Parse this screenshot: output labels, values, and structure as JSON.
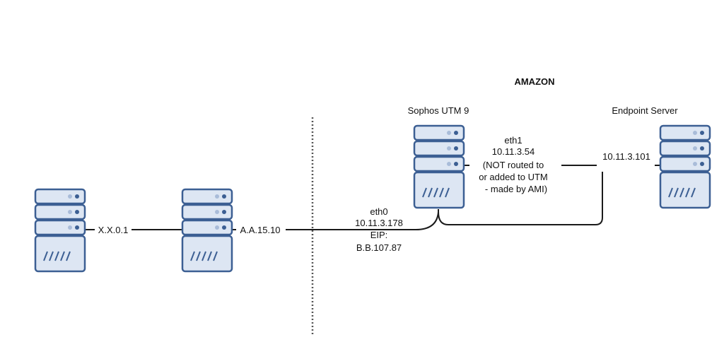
{
  "diagram": {
    "region_label": "AMAZON",
    "nodes": {
      "server_left": {
        "label": ""
      },
      "server_mid": {
        "label": ""
      },
      "utm": {
        "label": "Sophos UTM 9"
      },
      "endpoint": {
        "label": "Endpoint Server"
      }
    },
    "links": {
      "left_link": {
        "label": "X.X.0.1"
      },
      "mid_link": {
        "label": "A.A.15.10"
      },
      "eth0": {
        "lines": [
          "eth0",
          "10.11.3.178",
          "EIP:",
          "B.B.107.87"
        ]
      },
      "eth1": {
        "lines": [
          "eth1",
          "10.11.3.54",
          "(NOT routed to",
          "or added to UTM",
          "- made by AMI)"
        ]
      },
      "endpoint_ip": {
        "label": "10.11.3.101"
      }
    },
    "colors": {
      "server_fill": "#dde6f3",
      "server_stroke": "#3c5f93",
      "line": "#1a1a1a"
    }
  }
}
